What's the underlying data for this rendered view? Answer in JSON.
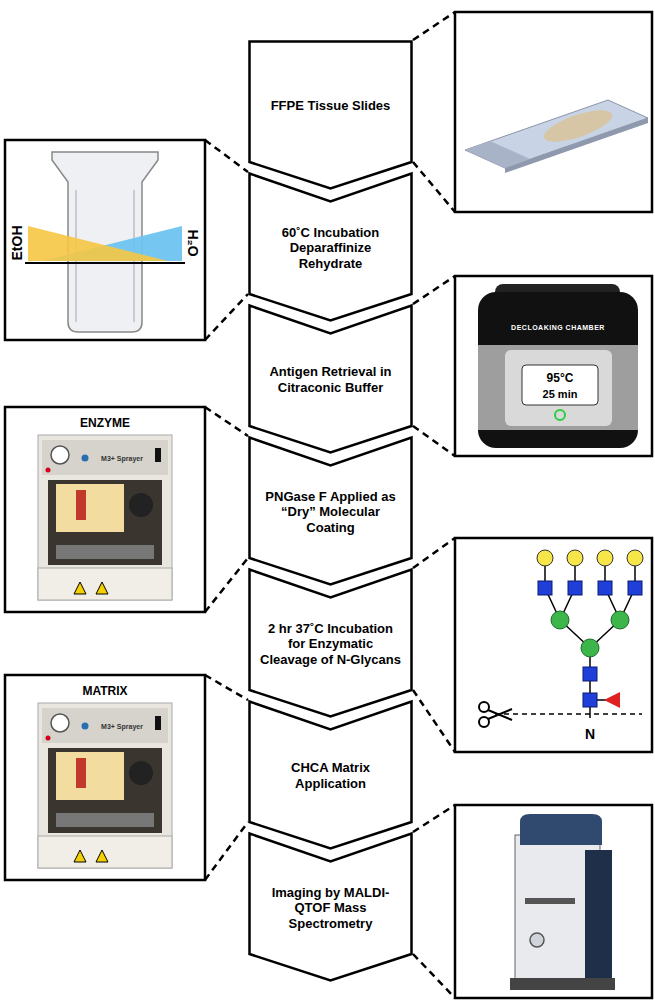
{
  "diagram": {
    "nodes": [
      {
        "text": [
          "FFPE Tissue Slides"
        ]
      },
      {
        "text": [
          "60˚C Incubation Deparaffinize Rehydrate"
        ]
      },
      {
        "text": [
          "Antigen Retrieval in Citraconic Buffer"
        ]
      },
      {
        "text": [
          "PNGase F Applied as “Dry” Molecular Coating"
        ]
      },
      {
        "text": [
          "2 hr 37˚C Incubation for Enzymatic Cleavage of N-Glycans"
        ]
      },
      {
        "text": [
          "CHCA Matrix Application"
        ]
      },
      {
        "text": [
          "Imaging by MALDI-QTOF Mass Spectrometry"
        ]
      }
    ],
    "labels": [
      "EtOH",
      "H₂O",
      "DECLOAKING CHAMBER",
      "95°C",
      "25 min",
      "ENZYME",
      "M3+ Sprayer",
      "MATRIX",
      "M3+ Sprayer",
      "N"
    ]
  }
}
